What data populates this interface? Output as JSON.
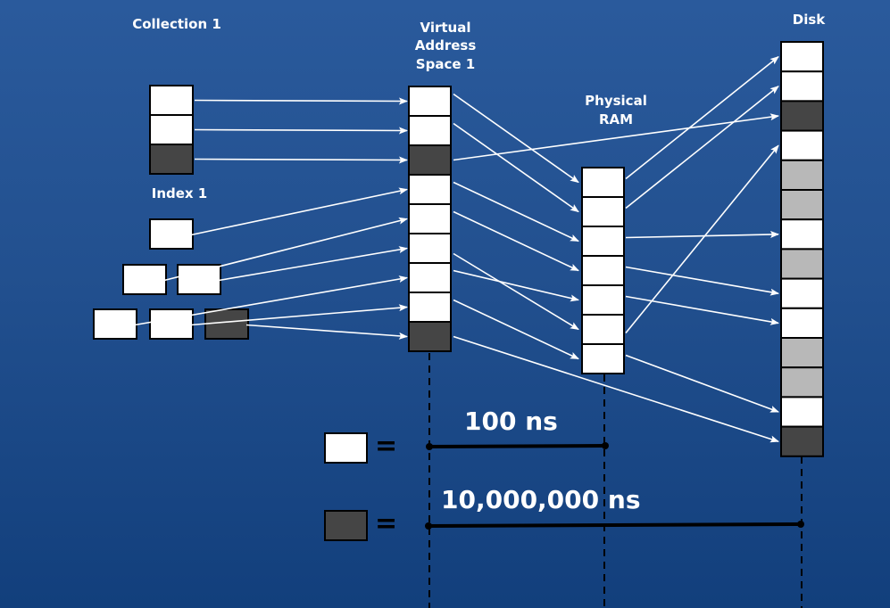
{
  "labels": {
    "collection": "Collection 1",
    "index": "Index 1",
    "vas": [
      "Virtual",
      "Address",
      "Space 1"
    ],
    "ram": [
      "Physical",
      "RAM"
    ],
    "disk": "Disk"
  },
  "legend": {
    "fast_label": "100 ns",
    "slow_label": "10,000,000 ns",
    "equals": "="
  },
  "colors": {
    "in_memory": "#ffffff",
    "on_disk": "#454545",
    "free_disk": "#b8b8b8"
  },
  "blocks": {
    "collection": [
      "memory",
      "memory",
      "disk"
    ],
    "index_rows": [
      [
        "memory"
      ],
      [
        "memory",
        "memory"
      ],
      [
        "memory",
        "memory",
        "disk"
      ]
    ],
    "vas": [
      "memory",
      "memory",
      "disk",
      "memory",
      "memory",
      "memory",
      "memory",
      "memory",
      "disk"
    ],
    "ram": [
      "memory",
      "memory",
      "memory",
      "memory",
      "memory",
      "memory",
      "memory"
    ],
    "disk": [
      "memory",
      "memory",
      "disk",
      "memory",
      "free",
      "free",
      "memory",
      "free",
      "memory",
      "memory",
      "free",
      "free",
      "memory",
      "disk"
    ]
  },
  "mappings": {
    "collection_to_vas": [
      [
        0,
        0
      ],
      [
        1,
        1
      ],
      [
        2,
        2
      ]
    ],
    "index_to_vas": [
      [
        [
          0,
          0
        ],
        3
      ],
      [
        [
          1,
          0
        ],
        4
      ],
      [
        [
          1,
          1
        ],
        5
      ],
      [
        [
          2,
          0
        ],
        6
      ],
      [
        [
          2,
          1
        ],
        7
      ],
      [
        [
          2,
          2
        ],
        8
      ]
    ],
    "vas_to_ram": [
      [
        0,
        0
      ],
      [
        1,
        1
      ],
      [
        3,
        2
      ],
      [
        4,
        3
      ],
      [
        5,
        5
      ],
      [
        6,
        4
      ],
      [
        7,
        6
      ]
    ],
    "vas_to_disk": [
      [
        2,
        2
      ],
      [
        8,
        13
      ]
    ],
    "ram_to_disk": [
      [
        0,
        0
      ],
      [
        1,
        1
      ],
      [
        2,
        6
      ],
      [
        3,
        8
      ],
      [
        4,
        9
      ],
      [
        5,
        3
      ],
      [
        6,
        12
      ]
    ]
  }
}
